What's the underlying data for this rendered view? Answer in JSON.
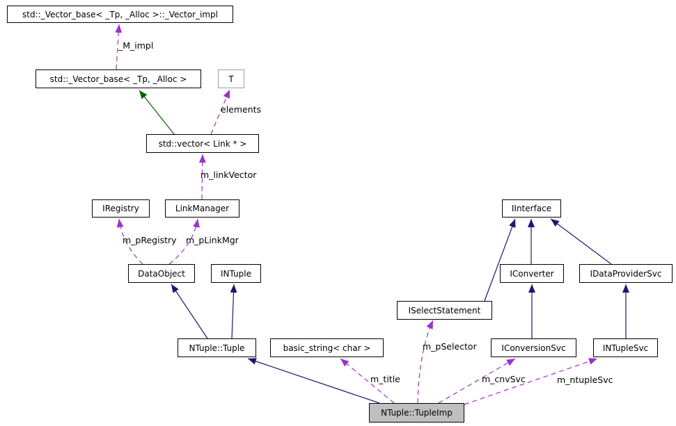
{
  "diagram_type": "doxygen-collaboration-graph",
  "colors": {
    "inheritance-public": "#191970",
    "inheritance-protected": "#006400",
    "usage": "#9a32cd",
    "node-border": "#000000",
    "template-node-border": "#9e9e9e",
    "node-fill": "#ffffff",
    "highlight-fill": "#bfbfbf"
  },
  "nodes": {
    "vector_impl": "std::_Vector_base< _Tp, _Alloc >::_Vector_impl",
    "vector_base": "std::_Vector_base< _Tp, _Alloc >",
    "t_param": "T",
    "vector_link": "std::vector< Link * >",
    "iregistry": "IRegistry",
    "linkmanager": "LinkManager",
    "iinterface": "IInterface",
    "dataobject": "DataObject",
    "intuple": "INTuple",
    "iconverter": "IConverter",
    "idataprovidersvc": "IDataProviderSvc",
    "iselectstatement": "ISelectStatement",
    "ntuple_tuple": "NTuple::Tuple",
    "basic_string": "basic_string< char >",
    "iconversionsvc": "IConversionSvc",
    "intuplesvc": "INTupleSvc",
    "tupleimp": "NTuple::TupleImp"
  },
  "edge_labels": {
    "m_impl": "_M_impl",
    "elements": "elements",
    "m_linkVector": "m_linkVector",
    "m_pRegistry": "m_pRegistry",
    "m_pLinkMgr": "m_pLinkMgr",
    "m_pSelector": "m_pSelector",
    "m_title": "m_title",
    "m_cnvSvc": "m_cnvSvc",
    "m_ntupleSvc": "m_ntupleSvc"
  }
}
